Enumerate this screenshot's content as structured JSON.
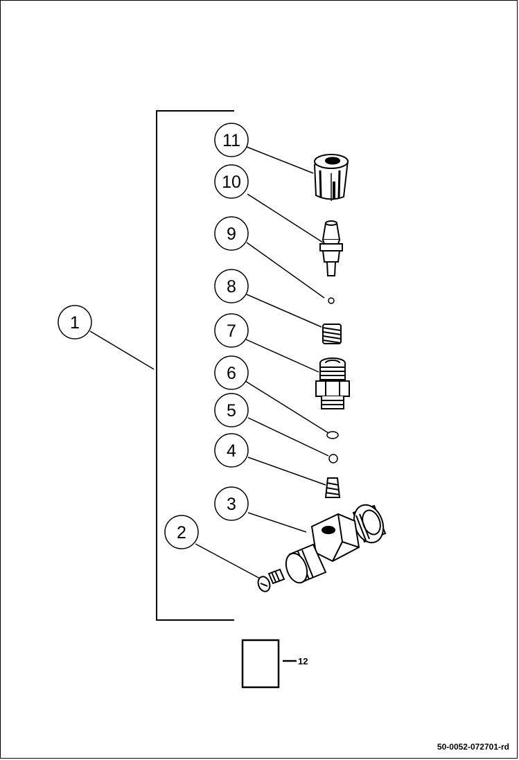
{
  "callouts": {
    "c1": "1",
    "c2": "2",
    "c3": "3",
    "c4": "4",
    "c5": "5",
    "c6": "6",
    "c7": "7",
    "c8": "8",
    "c9": "9",
    "c10": "10",
    "c11": "11"
  },
  "reference": {
    "label": "12"
  },
  "document_code": "50-0052-072701-rd"
}
